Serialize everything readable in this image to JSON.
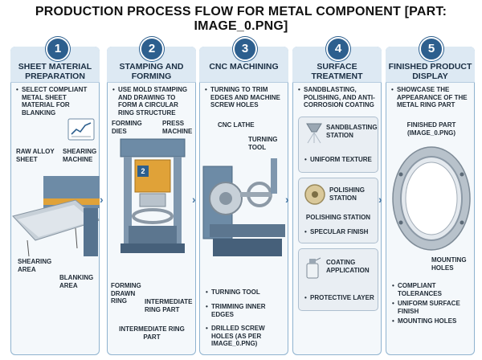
{
  "title": "PRODUCTION PROCESS FLOW FOR METAL COMPONENT [PART: IMAGE_0.PNG]",
  "steps": [
    {
      "number": "1",
      "title": "SHEET MATERIAL PREPARATION",
      "bullets": [
        "SELECT COMPLIANT METAL SHEET MATERIAL FOR BLANKING"
      ],
      "labels": {
        "raw": "RAW ALLOY SHEET",
        "shearing_machine": "SHEARING MACHINE",
        "shearing_area": "SHEARING AREA",
        "blanking_area": "BLANKING AREA"
      }
    },
    {
      "number": "2",
      "title": "STAMPING AND FORMING",
      "bullets": [
        "USE MOLD STAMPING AND DRAWING TO FORM A CIRCULAR RING STRUCTURE"
      ],
      "labels": {
        "dies": "FORMING DIES",
        "press": "PRESS MACHINE",
        "press_badge": "2",
        "drawn": "FORMING DRAWN RING",
        "intermediate": "INTERMEDIATE RING PART",
        "intermediate_bottom": "INTERMEDIATE RING PART"
      }
    },
    {
      "number": "3",
      "title": "CNC MACHINING",
      "bullets": [
        "TURNING TO TRIM EDGES AND MACHINE SCREW HOLES"
      ],
      "labels": {
        "lathe": "CNC LATHE",
        "tool": "TURNING TOOL"
      },
      "bottom_bullets": [
        "TURNING TOOL",
        "TRIMMING INNER EDGES",
        "DRILLED SCREW HOLES (AS PER IMAGE_0.PNG)"
      ]
    },
    {
      "number": "4",
      "title": "SURFACE TREATMENT",
      "bullets": [
        "SANDBLASTING, POLISHING, AND ANTI-CORROSION COATING"
      ],
      "stations": [
        {
          "name": "SANDBLASTING STATION",
          "result": "UNIFORM TEXTURE"
        },
        {
          "name": "POLISHING STATION",
          "caption": "POLISHING STATION",
          "result": "SPECULAR FINISH"
        },
        {
          "name": "COATING APPLICATION",
          "result": "PROTECTIVE LAYER"
        }
      ]
    },
    {
      "number": "5",
      "title": "FINISHED PRODUCT DISPLAY",
      "bullets": [
        "SHOWCASE THE APPEARANCE OF THE METAL RING PART"
      ],
      "labels": {
        "finished": "FINISHED PART (IMAGE_0.PNG)",
        "holes": "MOUNTING HOLES"
      },
      "bottom_bullets": [
        "COMPLIANT TOLERANCES",
        "UNIFORM SURFACE FINISH",
        "MOUNTING HOLES"
      ]
    }
  ],
  "colors": {
    "accent": "#2d5f8e",
    "panel": "#f4f8fb",
    "panel_border": "#8fb3cf",
    "metal": "#9aa7b3",
    "press_orange": "#e0a238"
  }
}
